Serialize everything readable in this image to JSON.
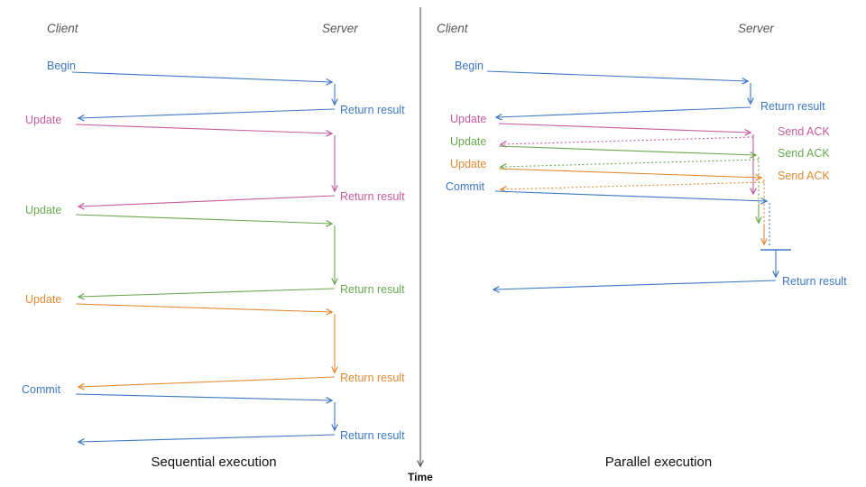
{
  "colors": {
    "blue": "#3d78c2",
    "pink": "#c45b9e",
    "green": "#6aa84f",
    "orange": "#e08a33",
    "axis": "#555555",
    "header": "#555555",
    "title": "#111111"
  },
  "axis": {
    "time_label": "Time"
  },
  "left": {
    "title": "Sequential execution",
    "client_header": "Client",
    "server_header": "Server",
    "steps": [
      {
        "label": "Begin",
        "color": "blue",
        "result": "Return result"
      },
      {
        "label": "Update",
        "color": "pink",
        "result": "Return result"
      },
      {
        "label": "Update",
        "color": "green",
        "result": "Return result"
      },
      {
        "label": "Update",
        "color": "orange",
        "result": "Return result"
      },
      {
        "label": "Commit",
        "color": "blue",
        "result": "Return result"
      }
    ]
  },
  "right": {
    "title": "Parallel execution",
    "client_header": "Client",
    "server_header": "Server",
    "steps": [
      {
        "label": "Begin",
        "color": "blue",
        "result": "Return result"
      },
      {
        "label": "Update",
        "color": "pink",
        "result": "Send ACK"
      },
      {
        "label": "Update",
        "color": "green",
        "result": "Send ACK"
      },
      {
        "label": "Update",
        "color": "orange",
        "result": "Send ACK"
      },
      {
        "label": "Commit",
        "color": "blue"
      }
    ],
    "final_result": "Return result"
  }
}
